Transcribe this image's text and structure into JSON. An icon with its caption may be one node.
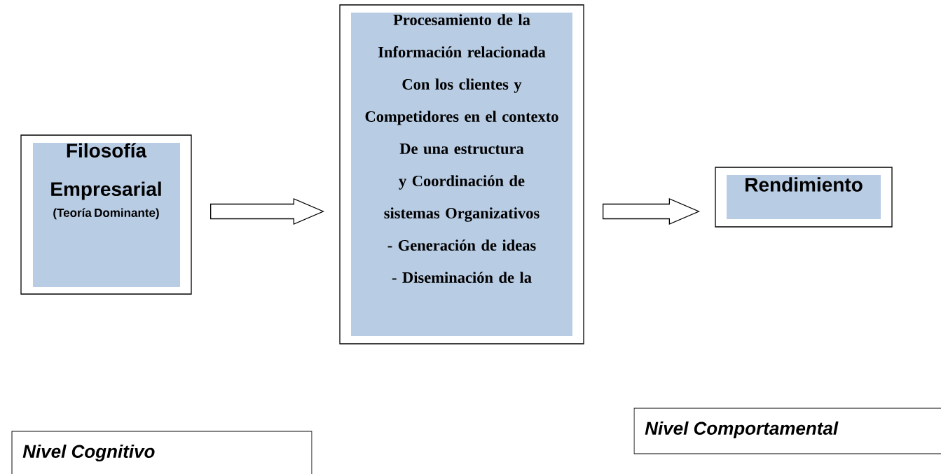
{
  "diagram": {
    "nodes": [
      {
        "text": [
          "Filosofía Empresarial",
          "(Teoría Dominante)"
        ]
      },
      {
        "text": [
          "Procesamiento de la Información relacionada",
          "Con los clientes y Competidores en el contexto",
          "De una estructura y Coordinación de sistemas Organizativos",
          "- Generación de ideas",
          "- Diseminación de la"
        ]
      },
      {
        "text": [
          "Rendimiento"
        ]
      },
      {
        "text": [
          "Nivel Comportamental"
        ]
      },
      {
        "text": [
          "Nivel Cognitivo"
        ]
      }
    ],
    "edges": [
      {
        "from": 0,
        "to": 1,
        "arrow": "to"
      },
      {
        "from": 1,
        "to": 2,
        "arrow": "to"
      }
    ]
  }
}
